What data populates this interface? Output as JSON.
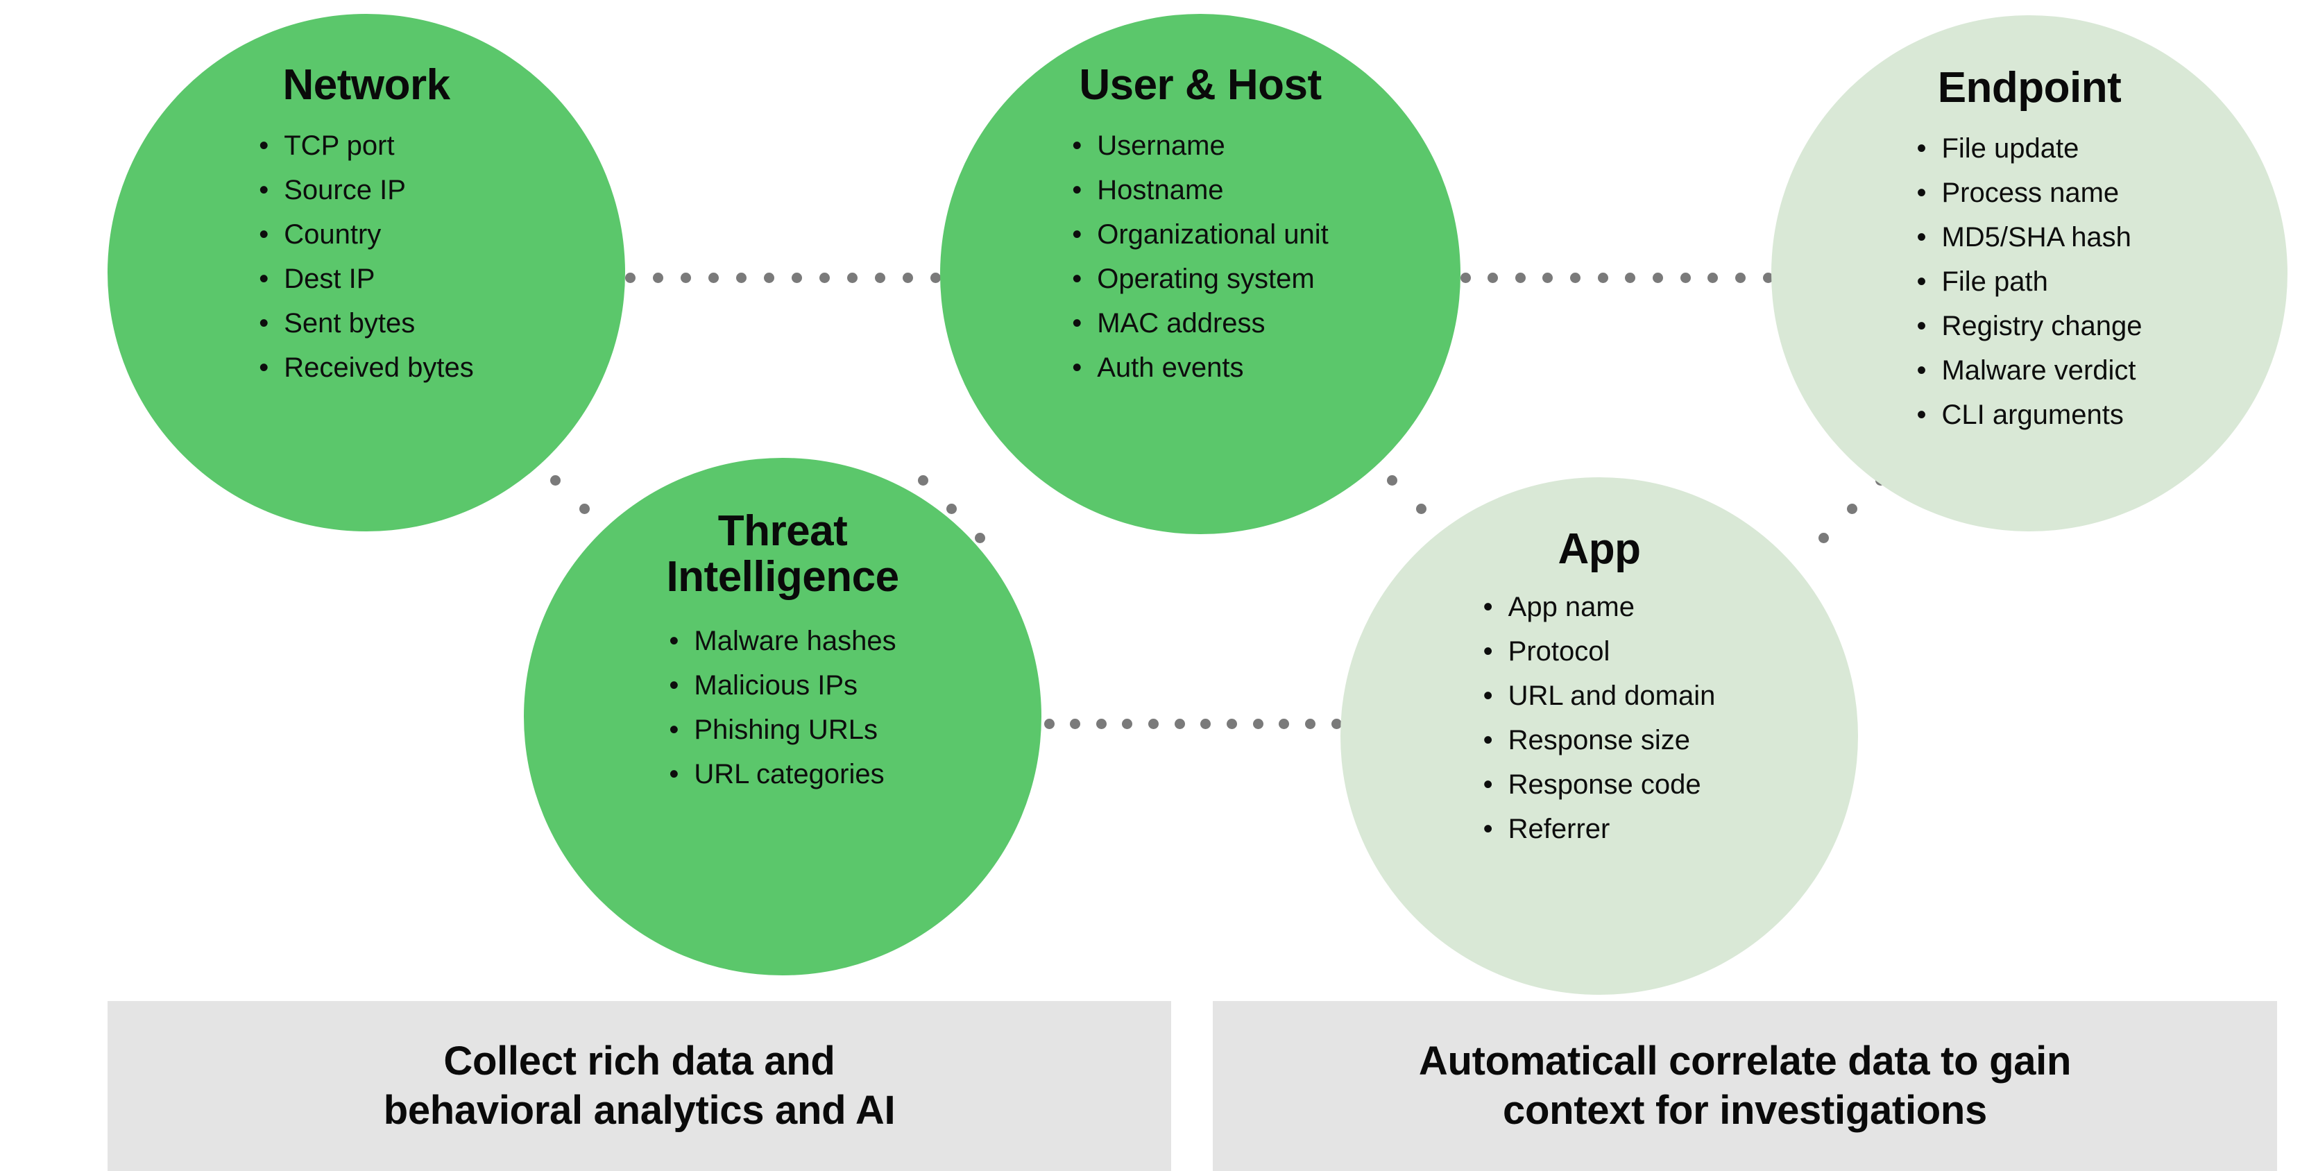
{
  "colors": {
    "dark_green": "#5bc76b",
    "light_green": "#d9e8d6",
    "bar_gray": "#e4e4e4",
    "dot_gray": "#7a7a7a",
    "text": "#0a0a0a",
    "background": "#ffffff"
  },
  "nodes": [
    {
      "id": "network",
      "title": "Network",
      "tone": "dark",
      "items": [
        "TCP port",
        "Source IP",
        "Country",
        "Dest IP",
        "Sent bytes",
        "Received bytes"
      ]
    },
    {
      "id": "user-host",
      "title": "User & Host",
      "tone": "dark",
      "items": [
        "Username",
        "Hostname",
        "Organizational unit",
        "Operating system",
        "MAC address",
        "Auth events"
      ]
    },
    {
      "id": "endpoint",
      "title": "Endpoint",
      "tone": "light",
      "items": [
        "File update",
        "Process name",
        "MD5/SHA hash",
        "File path",
        "Registry change",
        "Malware verdict",
        "CLI arguments"
      ]
    },
    {
      "id": "threat",
      "title": "Threat\nIntelligence",
      "tone": "dark",
      "items": [
        "Malware hashes",
        "Malicious IPs",
        "Phishing URLs",
        "URL categories"
      ]
    },
    {
      "id": "app",
      "title": "App",
      "tone": "light",
      "items": [
        "App name",
        "Protocol",
        "URL and domain",
        "Response size",
        "Response code",
        "Referrer"
      ]
    }
  ],
  "bullet_glyph": "•",
  "connectors": [
    {
      "id": "network-to-user-host",
      "style": "horizontal"
    },
    {
      "id": "user-host-to-endpoint",
      "style": "horizontal"
    },
    {
      "id": "threat-to-app",
      "style": "horizontal"
    },
    {
      "id": "network-to-threat",
      "style": "diagonal"
    },
    {
      "id": "user-host-to-threat",
      "style": "diagonal"
    },
    {
      "id": "user-host-to-app",
      "style": "diagonal"
    },
    {
      "id": "endpoint-to-app",
      "style": "diagonal"
    }
  ],
  "captions": [
    {
      "id": "collect",
      "text": "Collect rich data and\nbehavioral analytics and AI"
    },
    {
      "id": "correlate",
      "text": "Automaticall correlate data to gain\ncontext for investigations"
    }
  ]
}
